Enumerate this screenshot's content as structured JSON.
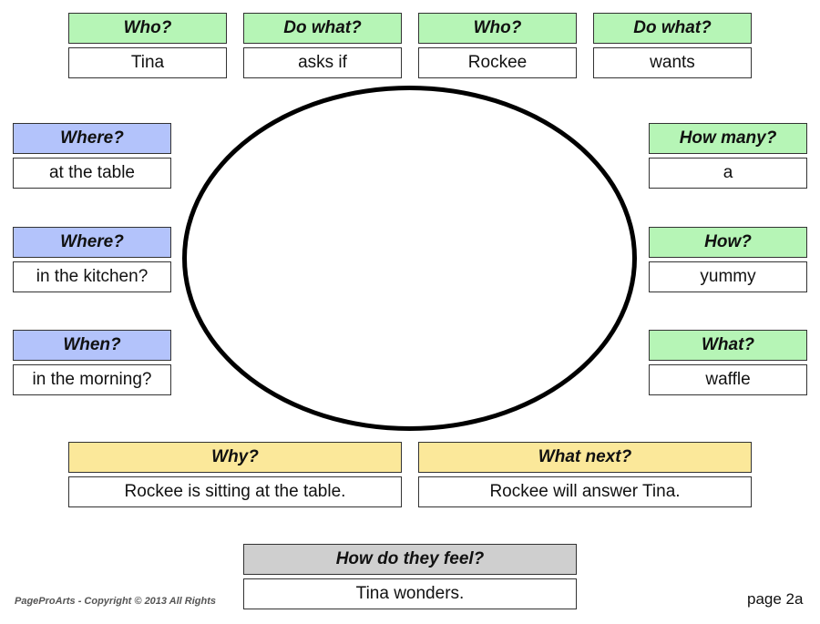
{
  "top_row": [
    {
      "question": "Who?",
      "answer": "Tina"
    },
    {
      "question": "Do what?",
      "answer": "asks if"
    },
    {
      "question": "Who?",
      "answer": "Rockee"
    },
    {
      "question": "Do what?",
      "answer": "wants"
    }
  ],
  "left_column": [
    {
      "question": "Where?",
      "answer": "at the table"
    },
    {
      "question": "Where?",
      "answer": "in the kitchen?"
    },
    {
      "question": "When?",
      "answer": "in the morning?"
    }
  ],
  "right_column": [
    {
      "question": "How many?",
      "answer": "a"
    },
    {
      "question": "How?",
      "answer": "yummy"
    },
    {
      "question": "What?",
      "answer": "waffle"
    }
  ],
  "bottom_row": [
    {
      "question": "Why?",
      "answer": "Rockee is sitting at the table."
    },
    {
      "question": "What next?",
      "answer": "Rockee will answer Tina."
    }
  ],
  "feelings": {
    "question": "How do they feel?",
    "answer": "Tina wonders."
  },
  "footer": {
    "copyright": "PageProArts - Copyright © 2013 All Rights",
    "page_label": "page 2a"
  },
  "colors": {
    "who_what_header": "#b6f5b6",
    "where_when_header": "#b3c3fb",
    "why_next_header": "#fbe89a",
    "feel_header": "#cfcfcf",
    "oval_border": "#000000"
  }
}
